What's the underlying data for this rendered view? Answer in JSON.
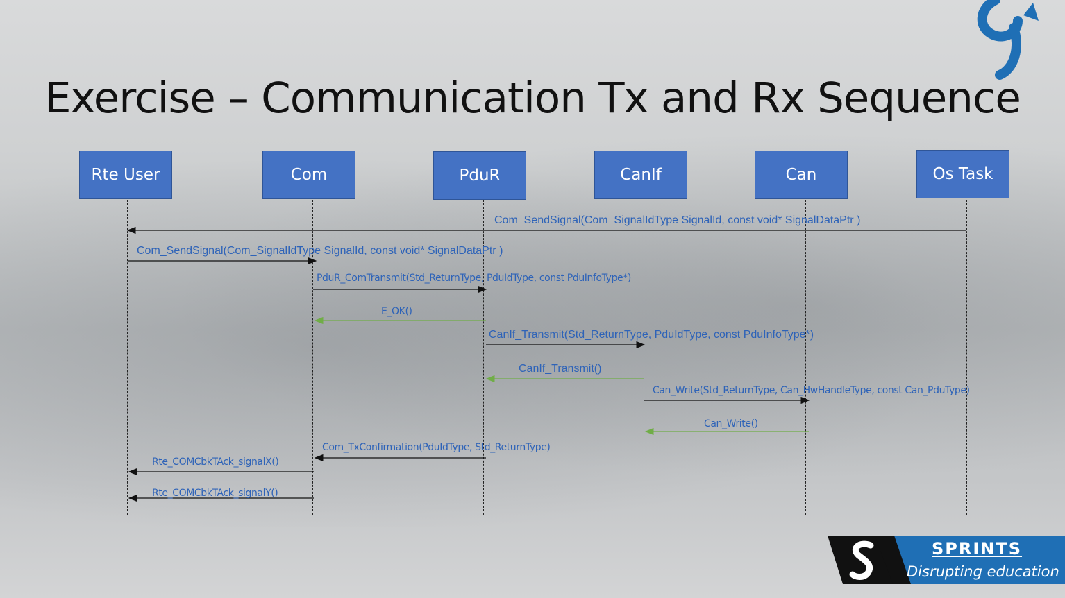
{
  "slide": {
    "title": "Exercise – Communication Tx and Rx Sequence"
  },
  "lifelines": [
    "Rte User",
    "Com",
    "PduR",
    "CanIf",
    "Can",
    "Os Task"
  ],
  "messages": [
    "Com_SendSignal(Com_SignalIdType SignalId, const void* SignalDataPtr )",
    "Com_SendSignal(Com_SignalIdType SignalId, const void* SignalDataPtr )",
    "PduR_ComTransmit(Std_ReturnType, PduIdType, const PduInfoType*)",
    "E_OK()",
    "CanIf_Transmit(Std_ReturnType, PduIdType, const PduInfoType*)",
    "CanIf_Transmit()",
    "Can_Write(Std_ReturnType, Can_HwHandleType, const Can_PduType)",
    "Can_Write()",
    "Com_TxConfirmation(PduIdType, Std_ReturnType)",
    "Rte_COMCbkTAck_signalX()",
    "Rte_COMCbkTAck_signalY()"
  ],
  "colors": {
    "box": "#4472c4",
    "call_arrow": "#111111",
    "return_arrow": "#70ad47",
    "label": "#2e63b8"
  },
  "brand": {
    "name": "SPRINTS",
    "tagline": "Disrupting education"
  },
  "icons": [
    "corner-logo-icon",
    "sprints-logo-icon"
  ]
}
